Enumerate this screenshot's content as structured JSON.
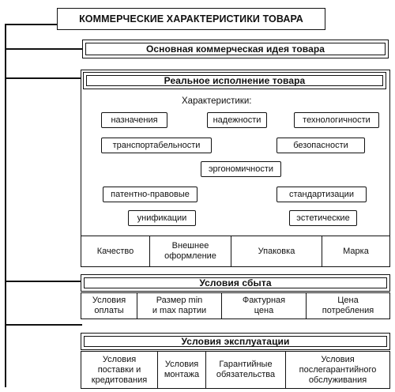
{
  "main_title": "КОММЕРЧЕСКИЕ ХАРАКТЕРИСТИКИ ТОВАРА",
  "idea_title": "Основная коммерческая идея товара",
  "real_section": {
    "title": "Реальное исполнение товара",
    "characteristics_label": "Характеристики:",
    "characteristics": {
      "purpose": "назначения",
      "reliability": "надежности",
      "technology": "технологичности",
      "transport": "транспортабельности",
      "safety": "безопасности",
      "ergonomics": "эргономичности",
      "patent": "патентно-правовые",
      "standardization": "стандартизации",
      "unification": "унификации",
      "aesthetic": "эстетические"
    },
    "bottom": [
      "Качество",
      "Внешнее\nоформление",
      "Упаковка",
      "Марка"
    ]
  },
  "sales_section": {
    "title": "Условия сбыта",
    "items": [
      "Условия\nоплаты",
      "Размер min\nи max партии",
      "Фактурная\nцена",
      "Цена\nпотребления"
    ]
  },
  "operation_section": {
    "title": "Условия эксплуатации",
    "items": [
      "Условия\nпоставки и\nкредитования",
      "Условия\nмонтажа",
      "Гарантийные\nобязательства",
      "Условия\nпослегарантийного\nобслуживания"
    ]
  }
}
